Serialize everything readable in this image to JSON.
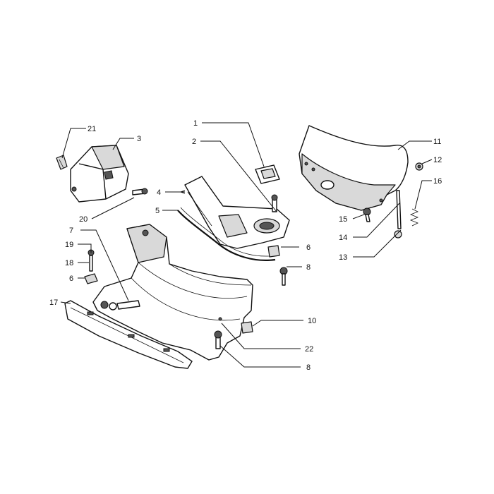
{
  "diagram": {
    "callouts": [
      {
        "id": "c1",
        "label": "1"
      },
      {
        "id": "c2",
        "label": "2"
      },
      {
        "id": "c3",
        "label": "3"
      },
      {
        "id": "c4",
        "label": "4"
      },
      {
        "id": "c5",
        "label": "5"
      },
      {
        "id": "c6a",
        "label": "6"
      },
      {
        "id": "c6b",
        "label": "6"
      },
      {
        "id": "c7",
        "label": "7"
      },
      {
        "id": "c8a",
        "label": "8"
      },
      {
        "id": "c8b",
        "label": "8"
      },
      {
        "id": "c10",
        "label": "10"
      },
      {
        "id": "c11",
        "label": "11"
      },
      {
        "id": "c12",
        "label": "12"
      },
      {
        "id": "c13",
        "label": "13"
      },
      {
        "id": "c14",
        "label": "14"
      },
      {
        "id": "c15",
        "label": "15"
      },
      {
        "id": "c16",
        "label": "16"
      },
      {
        "id": "c17",
        "label": "17"
      },
      {
        "id": "c18",
        "label": "18"
      },
      {
        "id": "c19",
        "label": "19"
      },
      {
        "id": "c20",
        "label": "20"
      },
      {
        "id": "c21",
        "label": "21"
      },
      {
        "id": "c22",
        "label": "22"
      }
    ]
  }
}
